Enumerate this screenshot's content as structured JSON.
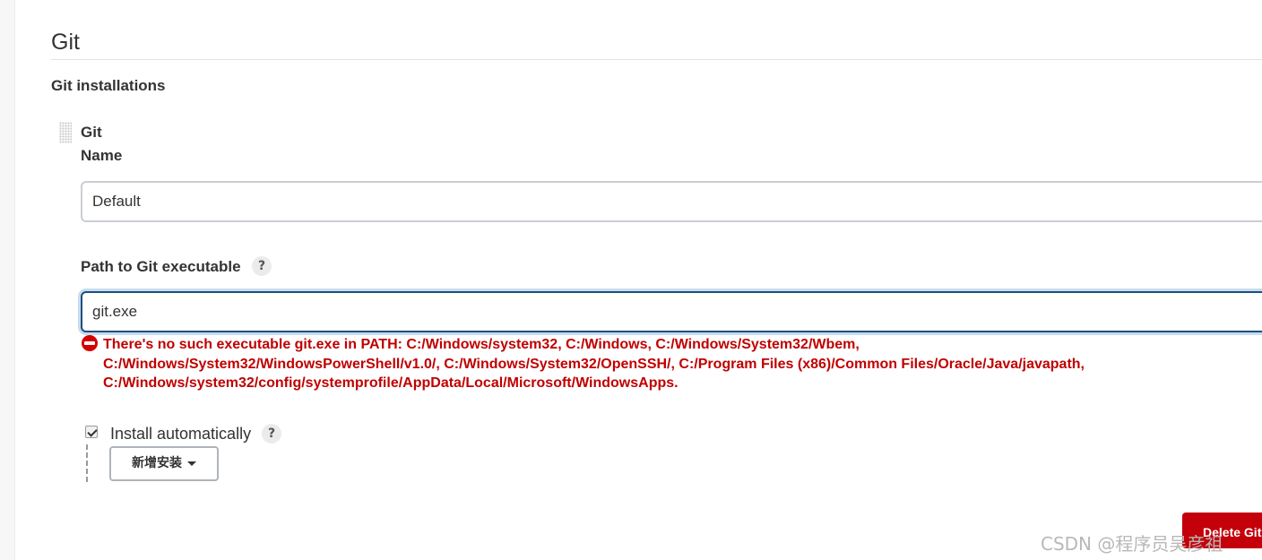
{
  "section": {
    "title": "Git",
    "installations_label": "Git installations"
  },
  "installation": {
    "title": "Git",
    "name_label": "Name",
    "name_value": "Default",
    "path_label": "Path to Git executable",
    "path_value": "git.exe",
    "help_symbol": "?",
    "error_icon": "no-entry-icon",
    "error_line1": "There's no such executable git.exe in PATH: C:/Windows/system32, C:/Windows, C:/Windows/System32/Wbem,",
    "error_line2": "C:/Windows/System32/WindowsPowerShell/v1.0/, C:/Windows/System32/OpenSSH/, C:/Program Files (x86)/Common Files/Oracle/Java/javapath,",
    "error_line3": "C:/Windows/system32/config/systemprofile/AppData/Local/Microsoft/WindowsApps.",
    "install_auto_label": "Install automatically",
    "install_auto_checked": true,
    "add_installer_label": "新增安装",
    "delete_label": "Delete Git"
  },
  "watermark": "CSDN @程序员吴彦祖",
  "colors": {
    "error": "#c00000",
    "delete_button": "#c4000a",
    "focus_border": "#1d4f7a"
  }
}
